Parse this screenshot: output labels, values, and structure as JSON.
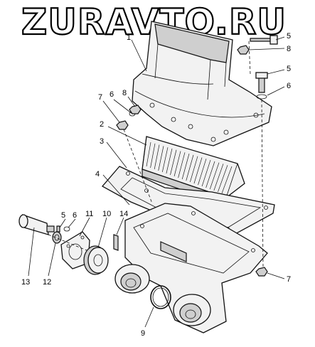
{
  "watermark": {
    "text": "ZURAVTO.RU"
  },
  "callouts": {
    "c1": "1",
    "c2": "2",
    "c3": "3",
    "c4": "4",
    "c5a": "5",
    "c8a": "8",
    "c5b": "5",
    "c6a": "6",
    "c7a": "7",
    "c6b": "6",
    "c8b": "8",
    "c5c": "5",
    "c6c": "6",
    "c11": "11",
    "c10": "10",
    "c14": "14",
    "c13": "13",
    "c12": "12",
    "c9": "9",
    "c7b": "7"
  }
}
